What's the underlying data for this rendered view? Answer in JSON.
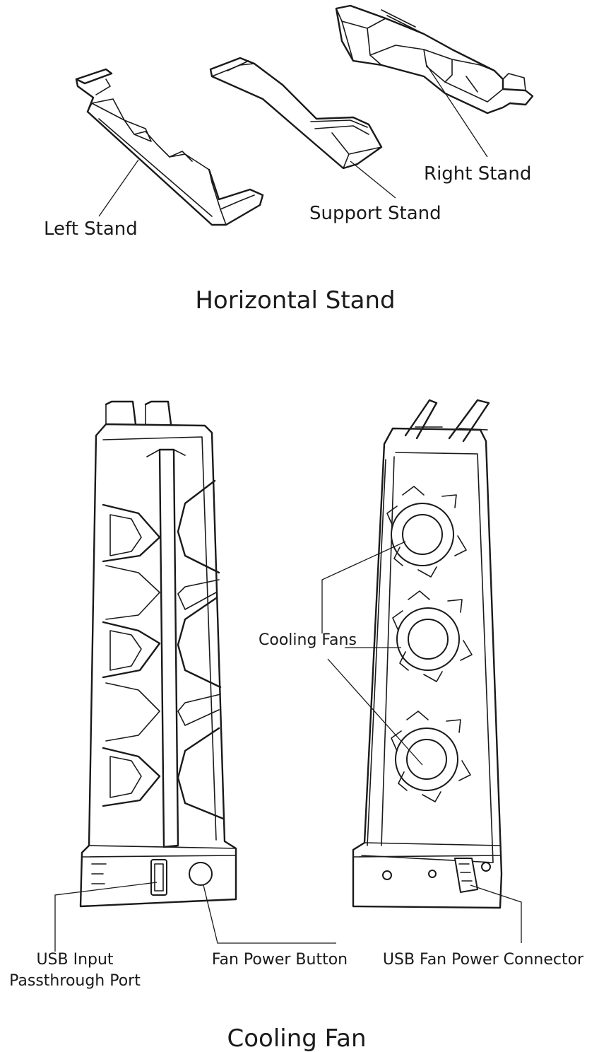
{
  "horizontal_stand": {
    "title": "Horizontal Stand",
    "left_stand": "Left Stand",
    "support_stand": "Support Stand",
    "right_stand": "Right Stand"
  },
  "cooling_fan": {
    "title": "Cooling Fan",
    "cooling_fans": "Cooling Fans",
    "usb_input_line1": "USB Input",
    "usb_input_line2": "Passthrough Port",
    "fan_power_button": "Fan Power Button",
    "usb_fan_power_connector": "USB Fan Power Connector"
  },
  "colors": {
    "line": "#1a1a1a",
    "background": "#ffffff"
  }
}
